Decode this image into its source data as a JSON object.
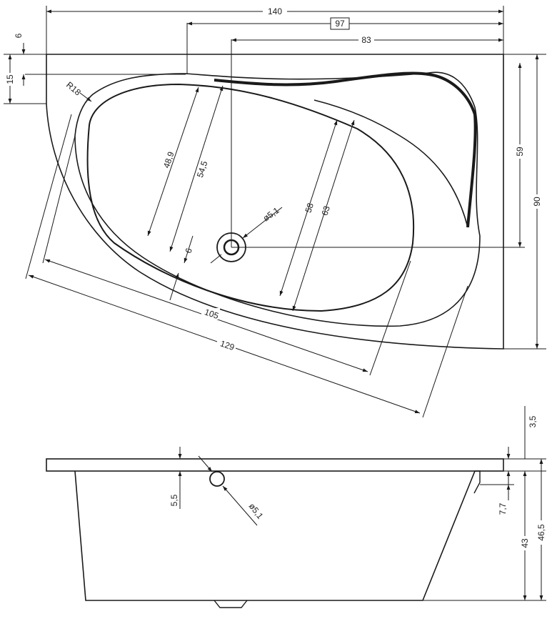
{
  "top_view": {
    "dims": {
      "overall_width": "140",
      "inner_width": "97",
      "drain_offset": "83",
      "ledge_top": "6",
      "ledge_side": "15",
      "radius": "R18",
      "inner_width_minor": "48,9",
      "outer_width_minor": "54,5",
      "drain_diameter": "ø5,1",
      "inner_width_major": "58",
      "outer_width_major": "63",
      "rim_offset": "6",
      "inner_length": "105",
      "outer_length": "129",
      "right_height_upper": "59",
      "right_height_total": "90"
    }
  },
  "side_view": {
    "dims": {
      "rim_thickness": "3,5",
      "overflow_offset": "5,5",
      "overflow_diameter": "ø5,1",
      "step_height": "7,7",
      "inner_depth": "43",
      "total_depth": "46,5"
    }
  },
  "colors": {
    "line": "#1a1a1a",
    "background": "#ffffff"
  }
}
